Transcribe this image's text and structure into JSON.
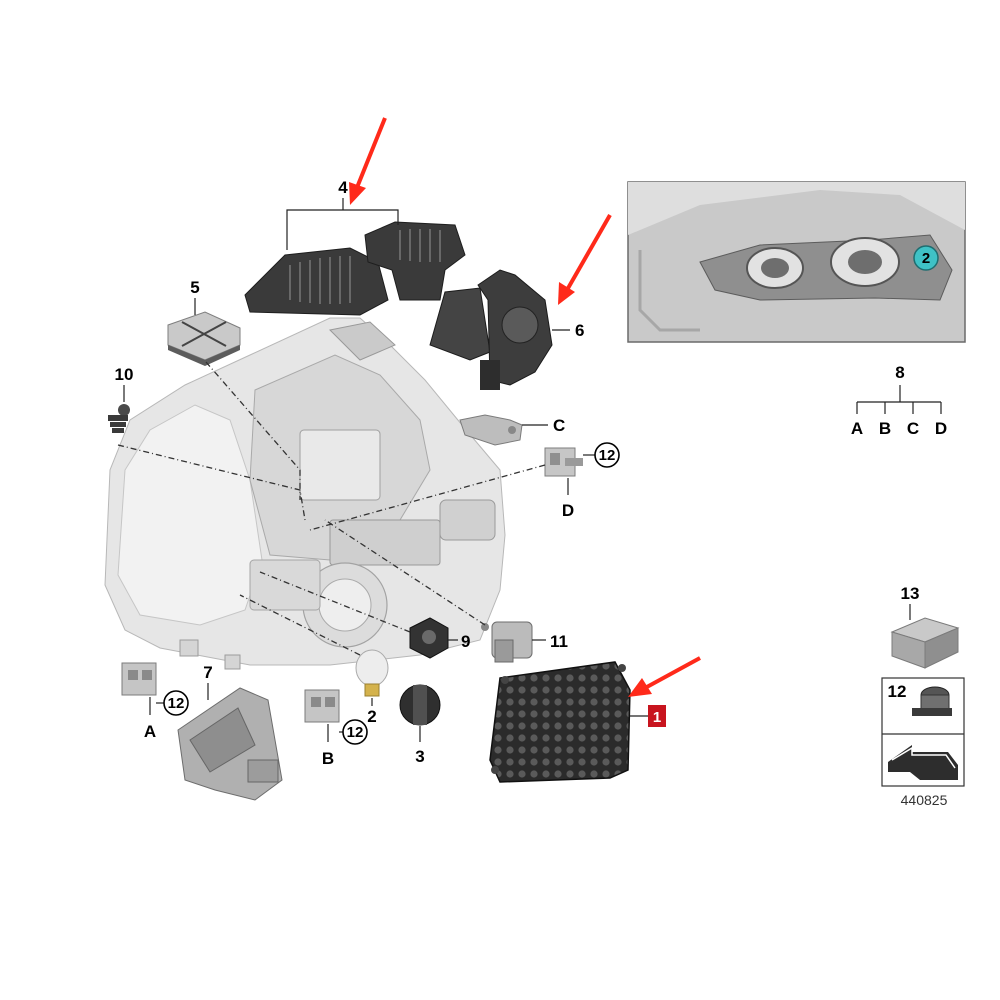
{
  "callouts": {
    "c1": "1",
    "c2": "2",
    "c3": "3",
    "c4": "4",
    "c5": "5",
    "c6": "6",
    "c7": "7",
    "c8": "8",
    "c9": "9",
    "c10": "10",
    "c11": "11",
    "c12a": "12",
    "c12b": "12",
    "c12c": "12",
    "c12d": "12",
    "c13": "13",
    "a": "A",
    "b": "B",
    "c": "C",
    "d": "D"
  },
  "tree8": {
    "a": "A",
    "b": "B",
    "c": "C",
    "d": "D"
  },
  "inset": {
    "badge": "2"
  },
  "legend": {
    "item12": "12"
  },
  "catalog_number": "440825",
  "colors": {
    "arrow": "#ff2a1a",
    "highlight_box": "#c8141e",
    "inset_badge": "#3fc2c6"
  }
}
